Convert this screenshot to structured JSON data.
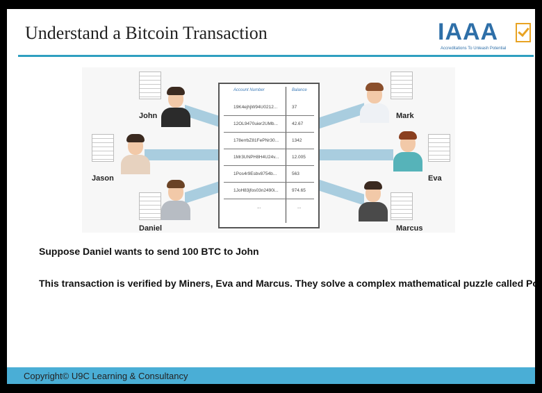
{
  "slide": {
    "title": "Understand a Bitcoin Transaction",
    "logo": {
      "text": "IAAA",
      "tagline": "Accreditations To Unleash Potential"
    },
    "figure": {
      "people": [
        {
          "name": "John"
        },
        {
          "name": "Jason"
        },
        {
          "name": "Daniel"
        },
        {
          "name": "Mark"
        },
        {
          "name": "Eva"
        },
        {
          "name": "Marcus"
        }
      ],
      "table": {
        "headers": {
          "account": "Account Number",
          "balance": "Balance"
        },
        "rows": [
          {
            "account": "19K4ejhjW94U0212...",
            "balance": "37"
          },
          {
            "account": "12OL9470uier2UMb...",
            "balance": "42.67"
          },
          {
            "account": "178errbZ81FePNr30...",
            "balance": "1342"
          },
          {
            "account": "1Mr3UNPH8H4U24v...",
            "balance": "12.005"
          },
          {
            "account": "1Pos4r9Esbv8754b...",
            "balance": "563"
          },
          {
            "account": "1JoH83jfos03n2490i...",
            "balance": "974.65"
          },
          {
            "account": "...",
            "balance": "..."
          }
        ]
      }
    },
    "text1": "Suppose Daniel wants to send 100 BTC to John",
    "text2": "This transaction is verified by Miners, Eva and Marcus. They solve a complex mathematical puzzle called PoW",
    "footer": "Copyright© U9C Learning & Consultancy"
  },
  "colors": {
    "accent": "#2f9fc0",
    "footer": "#4aaed6",
    "logo": "#2e6fa8",
    "check": "#e8a323",
    "connector": "#9bc6da"
  }
}
